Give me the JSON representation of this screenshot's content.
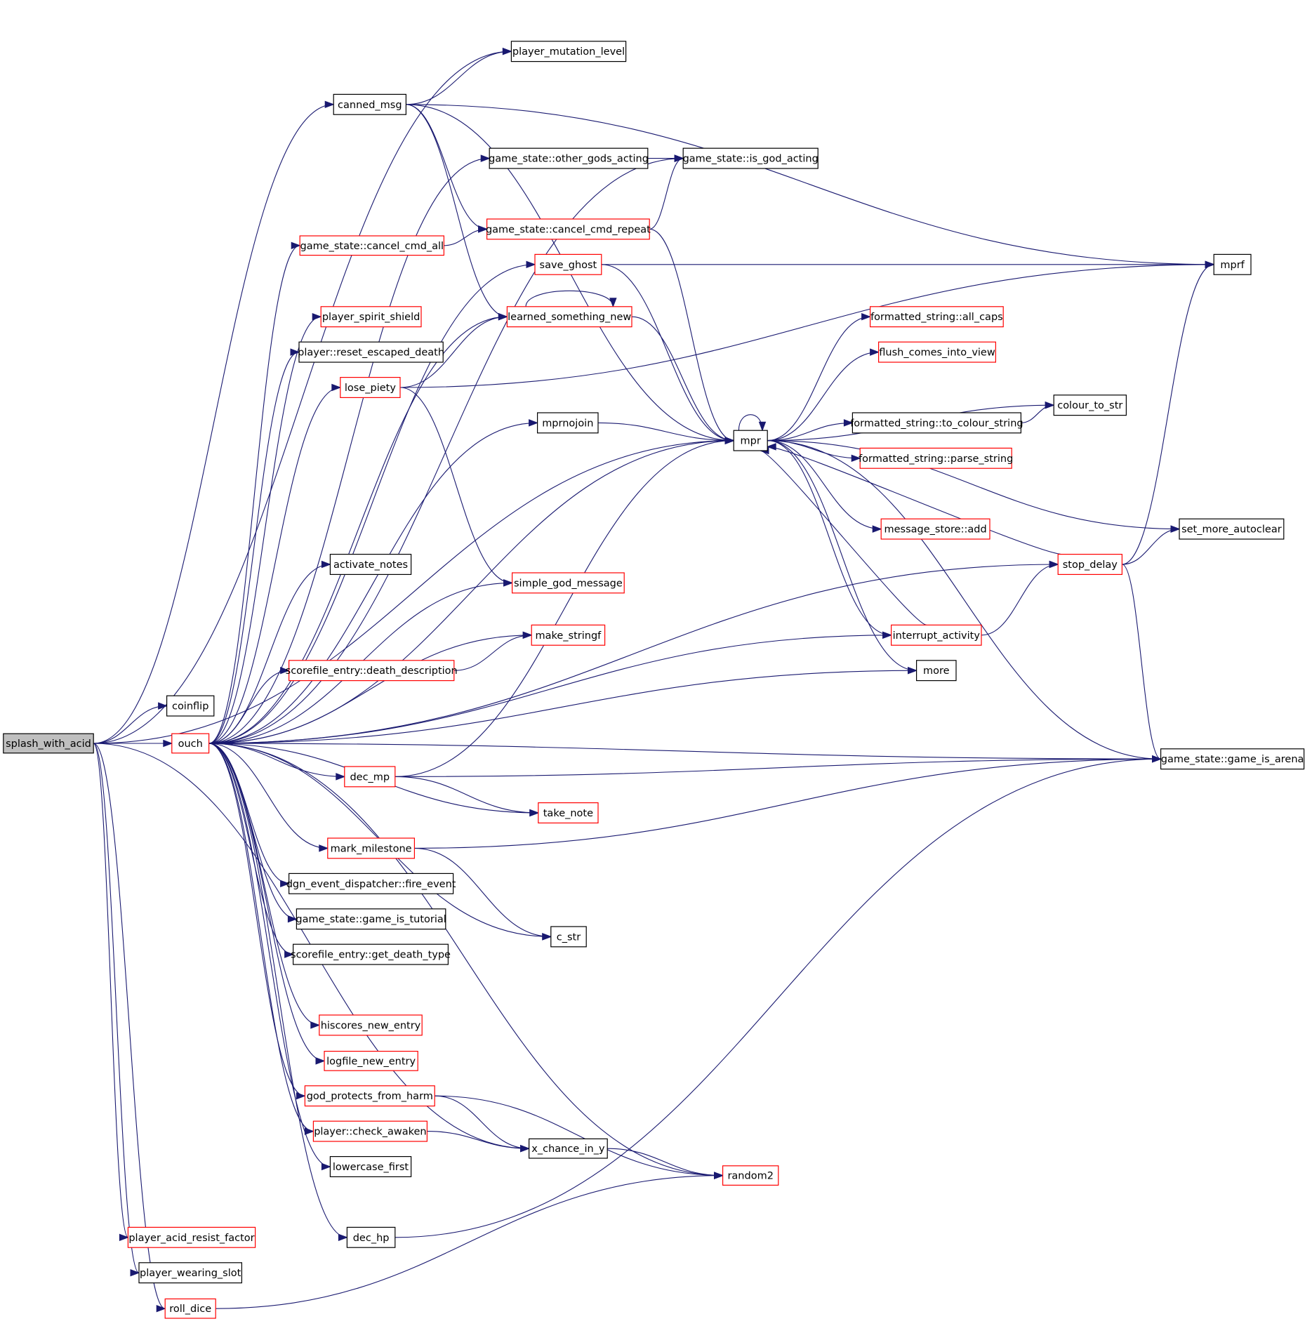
{
  "colors": {
    "edge": "#191970",
    "normal_border": "#000000",
    "link_border": "#ff0000",
    "root_fill": "#bfbfbf"
  },
  "nodes": {
    "splash_with_acid": {
      "label": "splash_with_acid",
      "style": "root"
    },
    "coinflip": {
      "label": "coinflip",
      "style": "black"
    },
    "ouch": {
      "label": "ouch",
      "style": "red"
    },
    "player_acid_resist_factor": {
      "label": "player_acid_resist_factor",
      "style": "red"
    },
    "player_wearing_slot": {
      "label": "player_wearing_slot",
      "style": "black"
    },
    "roll_dice": {
      "label": "roll_dice",
      "style": "red"
    },
    "player_mutation_level": {
      "label": "player_mutation_level",
      "style": "black"
    },
    "canned_msg": {
      "label": "canned_msg",
      "style": "black"
    },
    "other_gods_acting": {
      "label": "game_state::other_gods_acting",
      "style": "black"
    },
    "is_god_acting": {
      "label": "game_state::is_god_acting",
      "style": "black"
    },
    "cancel_cmd_repeat": {
      "label": "game_state::cancel_cmd_repeat",
      "style": "red"
    },
    "cancel_cmd_all": {
      "label": "game_state::cancel_cmd_all",
      "style": "red"
    },
    "save_ghost": {
      "label": "save_ghost",
      "style": "red"
    },
    "mprf": {
      "label": "mprf",
      "style": "black"
    },
    "learned_something_new": {
      "label": "learned_something_new",
      "style": "red"
    },
    "player_spirit_shield": {
      "label": "player_spirit_shield",
      "style": "red"
    },
    "reset_escaped_death": {
      "label": "player::reset_escaped_death",
      "style": "black"
    },
    "lose_piety": {
      "label": "lose_piety",
      "style": "red"
    },
    "mprnojoin": {
      "label": "mprnojoin",
      "style": "black"
    },
    "mpr": {
      "label": "mpr",
      "style": "black"
    },
    "all_caps": {
      "label": "formatted_string::all_caps",
      "style": "red"
    },
    "flush_comes_into_view": {
      "label": "flush_comes_into_view",
      "style": "red"
    },
    "colour_to_str": {
      "label": "colour_to_str",
      "style": "black"
    },
    "to_colour_string": {
      "label": "formatted_string::to_colour_string",
      "style": "black"
    },
    "parse_string": {
      "label": "formatted_string::parse_string",
      "style": "red"
    },
    "message_store_add": {
      "label": "message_store::add",
      "style": "red"
    },
    "set_more_autoclear": {
      "label": "set_more_autoclear",
      "style": "black"
    },
    "stop_delay": {
      "label": "stop_delay",
      "style": "red"
    },
    "activate_notes": {
      "label": "activate_notes",
      "style": "black"
    },
    "simple_god_message": {
      "label": "simple_god_message",
      "style": "red"
    },
    "make_stringf": {
      "label": "make_stringf",
      "style": "red"
    },
    "interrupt_activity": {
      "label": "interrupt_activity",
      "style": "red"
    },
    "death_description": {
      "label": "scorefile_entry::death_description",
      "style": "red"
    },
    "more": {
      "label": "more",
      "style": "black"
    },
    "game_is_arena": {
      "label": "game_state::game_is_arena",
      "style": "black"
    },
    "dec_mp": {
      "label": "dec_mp",
      "style": "red"
    },
    "take_note": {
      "label": "take_note",
      "style": "red"
    },
    "mark_milestone": {
      "label": "mark_milestone",
      "style": "red"
    },
    "fire_event": {
      "label": "dgn_event_dispatcher::fire_event",
      "style": "black"
    },
    "game_is_tutorial": {
      "label": "game_state::game_is_tutorial",
      "style": "black"
    },
    "c_str": {
      "label": "c_str",
      "style": "black"
    },
    "get_death_type": {
      "label": "scorefile_entry::get_death_type",
      "style": "black"
    },
    "hiscores_new_entry": {
      "label": "hiscores_new_entry",
      "style": "red"
    },
    "logfile_new_entry": {
      "label": "logfile_new_entry",
      "style": "red"
    },
    "god_protects_from_harm": {
      "label": "god_protects_from_harm",
      "style": "red"
    },
    "check_awaken": {
      "label": "player::check_awaken",
      "style": "red"
    },
    "x_chance_in_y": {
      "label": "x_chance_in_y",
      "style": "black"
    },
    "random2": {
      "label": "random2",
      "style": "red"
    },
    "lowercase_first": {
      "label": "lowercase_first",
      "style": "black"
    },
    "dec_hp": {
      "label": "dec_hp",
      "style": "black"
    }
  },
  "edges": [
    [
      "splash_with_acid",
      "coinflip"
    ],
    [
      "splash_with_acid",
      "ouch"
    ],
    [
      "splash_with_acid",
      "player_acid_resist_factor"
    ],
    [
      "splash_with_acid",
      "player_wearing_slot"
    ],
    [
      "splash_with_acid",
      "roll_dice"
    ],
    [
      "splash_with_acid",
      "player_mutation_level"
    ],
    [
      "splash_with_acid",
      "canned_msg"
    ],
    [
      "splash_with_acid",
      "x_chance_in_y"
    ],
    [
      "splash_with_acid",
      "mpr"
    ],
    [
      "canned_msg",
      "player_mutation_level"
    ],
    [
      "canned_msg",
      "mprf"
    ],
    [
      "canned_msg",
      "cancel_cmd_repeat"
    ],
    [
      "canned_msg",
      "learned_something_new"
    ],
    [
      "canned_msg",
      "mpr"
    ],
    [
      "other_gods_acting",
      "is_god_acting"
    ],
    [
      "cancel_cmd_repeat",
      "is_god_acting"
    ],
    [
      "cancel_cmd_repeat",
      "mpr"
    ],
    [
      "cancel_cmd_all",
      "cancel_cmd_repeat"
    ],
    [
      "save_ghost",
      "mprf"
    ],
    [
      "save_ghost",
      "mpr"
    ],
    [
      "learned_something_new",
      "learned_something_new"
    ],
    [
      "learned_something_new",
      "mpr"
    ],
    [
      "lose_piety",
      "learned_something_new"
    ],
    [
      "lose_piety",
      "mprf"
    ],
    [
      "lose_piety",
      "simple_god_message"
    ],
    [
      "mprnojoin",
      "mpr"
    ],
    [
      "death_description",
      "make_stringf"
    ],
    [
      "mpr",
      "all_caps"
    ],
    [
      "mpr",
      "flush_comes_into_view"
    ],
    [
      "mpr",
      "colour_to_str"
    ],
    [
      "mpr",
      "to_colour_string"
    ],
    [
      "mpr",
      "parse_string"
    ],
    [
      "mpr",
      "message_store_add"
    ],
    [
      "mpr",
      "set_more_autoclear"
    ],
    [
      "mpr",
      "interrupt_activity"
    ],
    [
      "mpr",
      "more"
    ],
    [
      "mpr",
      "game_is_arena"
    ],
    [
      "mpr",
      "mpr"
    ],
    [
      "to_colour_string",
      "colour_to_str"
    ],
    [
      "stop_delay",
      "mprf"
    ],
    [
      "stop_delay",
      "set_more_autoclear"
    ],
    [
      "stop_delay",
      "mpr"
    ],
    [
      "stop_delay",
      "game_is_arena"
    ],
    [
      "interrupt_activity",
      "stop_delay"
    ],
    [
      "interrupt_activity",
      "mpr"
    ],
    [
      "ouch",
      "other_gods_acting"
    ],
    [
      "ouch",
      "is_god_acting"
    ],
    [
      "ouch",
      "cancel_cmd_all"
    ],
    [
      "ouch",
      "save_ghost"
    ],
    [
      "ouch",
      "learned_something_new"
    ],
    [
      "ouch",
      "player_spirit_shield"
    ],
    [
      "ouch",
      "reset_escaped_death"
    ],
    [
      "ouch",
      "lose_piety"
    ],
    [
      "ouch",
      "mprnojoin"
    ],
    [
      "ouch",
      "mpr"
    ],
    [
      "ouch",
      "interrupt_activity"
    ],
    [
      "ouch",
      "more"
    ],
    [
      "ouch",
      "activate_notes"
    ],
    [
      "ouch",
      "simple_god_message"
    ],
    [
      "ouch",
      "make_stringf"
    ],
    [
      "ouch",
      "death_description"
    ],
    [
      "ouch",
      "stop_delay"
    ],
    [
      "ouch",
      "game_is_arena"
    ],
    [
      "ouch",
      "dec_mp"
    ],
    [
      "ouch",
      "take_note"
    ],
    [
      "ouch",
      "mark_milestone"
    ],
    [
      "ouch",
      "fire_event"
    ],
    [
      "ouch",
      "game_is_tutorial"
    ],
    [
      "ouch",
      "get_death_type"
    ],
    [
      "ouch",
      "c_str"
    ],
    [
      "ouch",
      "hiscores_new_entry"
    ],
    [
      "ouch",
      "logfile_new_entry"
    ],
    [
      "ouch",
      "god_protects_from_harm"
    ],
    [
      "ouch",
      "check_awaken"
    ],
    [
      "ouch",
      "lowercase_first"
    ],
    [
      "ouch",
      "random2"
    ],
    [
      "ouch",
      "dec_hp"
    ],
    [
      "dec_mp",
      "mpr"
    ],
    [
      "dec_mp",
      "game_is_arena"
    ],
    [
      "dec_mp",
      "take_note"
    ],
    [
      "mark_milestone",
      "game_is_arena"
    ],
    [
      "mark_milestone",
      "c_str"
    ],
    [
      "god_protects_from_harm",
      "x_chance_in_y"
    ],
    [
      "god_protects_from_harm",
      "random2"
    ],
    [
      "check_awaken",
      "x_chance_in_y"
    ],
    [
      "x_chance_in_y",
      "random2"
    ],
    [
      "dec_hp",
      "game_is_arena"
    ],
    [
      "roll_dice",
      "random2"
    ]
  ]
}
